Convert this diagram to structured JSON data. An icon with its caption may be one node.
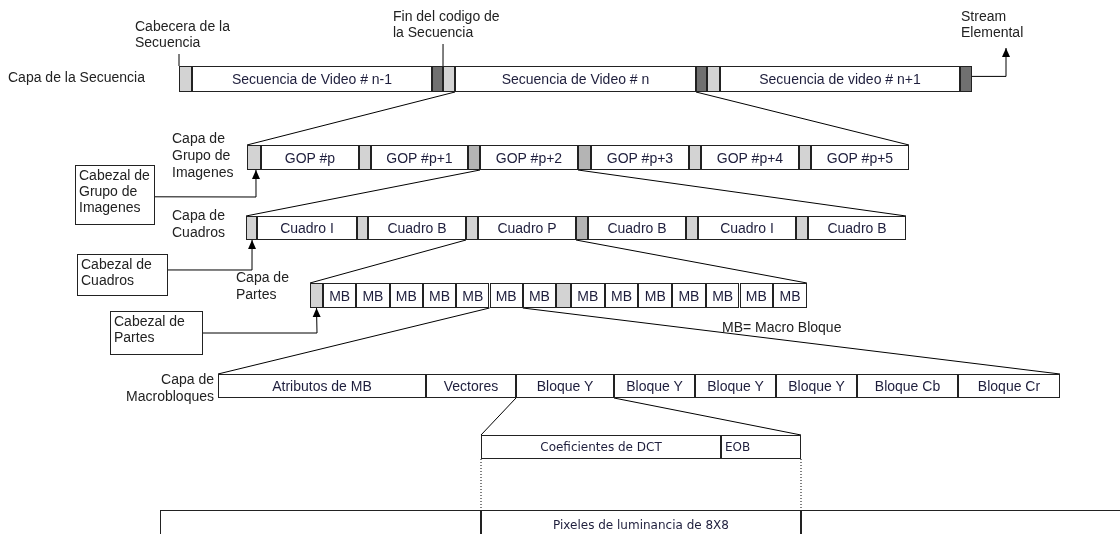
{
  "diagram": {
    "nodes": [
      {
        "text": [
          "Cabecera de la Secuencia"
        ]
      },
      {
        "text": [
          "Fin del codigo de la Secuencia"
        ]
      },
      {
        "text": [
          "Stream Elemental"
        ]
      },
      {
        "text": [],
        "shape": "bar"
      },
      {
        "text": [
          "Secuencia de Video # n-1"
        ]
      },
      {
        "text": [],
        "shape": "bar"
      },
      {
        "text": [],
        "shape": "bar"
      },
      {
        "text": [
          "Secuencia de Video # n"
        ]
      },
      {
        "text": [],
        "shape": "bar"
      },
      {
        "text": [],
        "shape": "bar"
      },
      {
        "text": [
          "Secuencia de video # n+1"
        ]
      },
      {
        "text": [],
        "shape": "bar"
      },
      {
        "text": [],
        "shape": "bar"
      },
      {
        "text": [
          "GOP #p"
        ]
      },
      {
        "text": [],
        "shape": "bar"
      },
      {
        "text": [
          "GOP #p+1"
        ]
      },
      {
        "text": [],
        "shape": "bar"
      },
      {
        "text": [
          "GOP #p+2"
        ]
      },
      {
        "text": [],
        "shape": "bar"
      },
      {
        "text": [
          "GOP #p+3"
        ]
      },
      {
        "text": [],
        "shape": "bar"
      },
      {
        "text": [
          "GOP #p+4"
        ]
      },
      {
        "text": [],
        "shape": "bar"
      },
      {
        "text": [
          "GOP #p+5"
        ]
      },
      {
        "text": [
          "Cabezal de Grupo de Imagenes"
        ]
      },
      {
        "text": [],
        "shape": "bar"
      },
      {
        "text": [
          "Cuadro I"
        ]
      },
      {
        "text": [],
        "shape": "bar"
      },
      {
        "text": [
          "Cuadro B"
        ]
      },
      {
        "text": [],
        "shape": "bar"
      },
      {
        "text": [
          "Cuadro P"
        ]
      },
      {
        "text": [],
        "shape": "bar"
      },
      {
        "text": [
          "Cuadro B"
        ]
      },
      {
        "text": [],
        "shape": "bar"
      },
      {
        "text": [
          "Cuadro I"
        ]
      },
      {
        "text": [],
        "shape": "bar"
      },
      {
        "text": [
          "Cuadro B"
        ]
      },
      {
        "text": [
          "Cabezal de Cuadros"
        ]
      },
      {
        "text": [],
        "shape": "bar"
      },
      {
        "text": [
          "MB"
        ]
      },
      {
        "text": [
          "MB"
        ]
      },
      {
        "text": [
          "MB"
        ]
      },
      {
        "text": [
          "MB"
        ]
      },
      {
        "text": [
          "MB"
        ]
      },
      {
        "text": [
          "MB"
        ]
      },
      {
        "text": [
          "MB"
        ]
      },
      {
        "text": [],
        "shape": "bar"
      },
      {
        "text": [
          "MB"
        ]
      },
      {
        "text": [
          "MB"
        ]
      },
      {
        "text": [
          "MB"
        ]
      },
      {
        "text": [
          "MB"
        ]
      },
      {
        "text": [
          "MB"
        ]
      },
      {
        "text": [
          "MB"
        ]
      },
      {
        "text": [
          "MB"
        ]
      },
      {
        "text": [
          "Cabezal de Partes"
        ]
      },
      {
        "text": [
          "Atributos de MB"
        ]
      },
      {
        "text": [
          "Vectores"
        ]
      },
      {
        "text": [
          "Bloque Y"
        ]
      },
      {
        "text": [
          "Bloque Y"
        ]
      },
      {
        "text": [
          "Bloque Y"
        ]
      },
      {
        "text": [
          "Bloque Y"
        ]
      },
      {
        "text": [
          "Bloque Cb"
        ]
      },
      {
        "text": [
          "Bloque Cr"
        ]
      },
      {
        "text": [
          "Coeficientes de DCT"
        ]
      },
      {
        "text": [
          "EOB"
        ]
      },
      {
        "text": [],
        "shape": "box"
      },
      {
        "text": [
          "Pixeles de luminancia de 8X8"
        ]
      },
      {
        "text": [],
        "shape": "box"
      }
    ],
    "edges": [
      {
        "from": 0,
        "to": 3,
        "arrow": "none"
      },
      {
        "from": 1,
        "to": 5,
        "arrow": "none"
      },
      {
        "from": 11,
        "to": 2,
        "arrow": "to"
      },
      {
        "from": 24,
        "to": 12,
        "arrow": "to"
      },
      {
        "from": 37,
        "to": 25,
        "arrow": "to"
      },
      {
        "from": 54,
        "to": 38,
        "arrow": "to"
      },
      {
        "from": 6,
        "to": 12,
        "arrow": "none"
      },
      {
        "from": 8,
        "to": 23,
        "arrow": "none"
      },
      {
        "from": 17,
        "to": 25,
        "arrow": "none"
      },
      {
        "from": 18,
        "to": 36,
        "arrow": "none"
      },
      {
        "from": 29,
        "to": 38,
        "arrow": "none"
      },
      {
        "from": 31,
        "to": 53,
        "arrow": "none"
      },
      {
        "from": 44,
        "to": 55,
        "arrow": "none"
      },
      {
        "from": 44,
        "to": 62,
        "arrow": "none"
      },
      {
        "from": 57,
        "to": 63,
        "arrow": "none"
      },
      {
        "from": 57,
        "to": 64,
        "arrow": "none"
      },
      {
        "from": 63,
        "to": 66,
        "arrow": "none",
        "style": "dashed"
      },
      {
        "from": 64,
        "to": 66,
        "arrow": "none",
        "style": "dashed"
      }
    ],
    "labels": [
      "Capa de la Secuencia",
      "Capa de Grupo de Imagenes",
      "Capa de Cuadros",
      "Capa de Partes",
      "MB= Macro Bloque",
      "Capa de Macrobloques"
    ]
  }
}
